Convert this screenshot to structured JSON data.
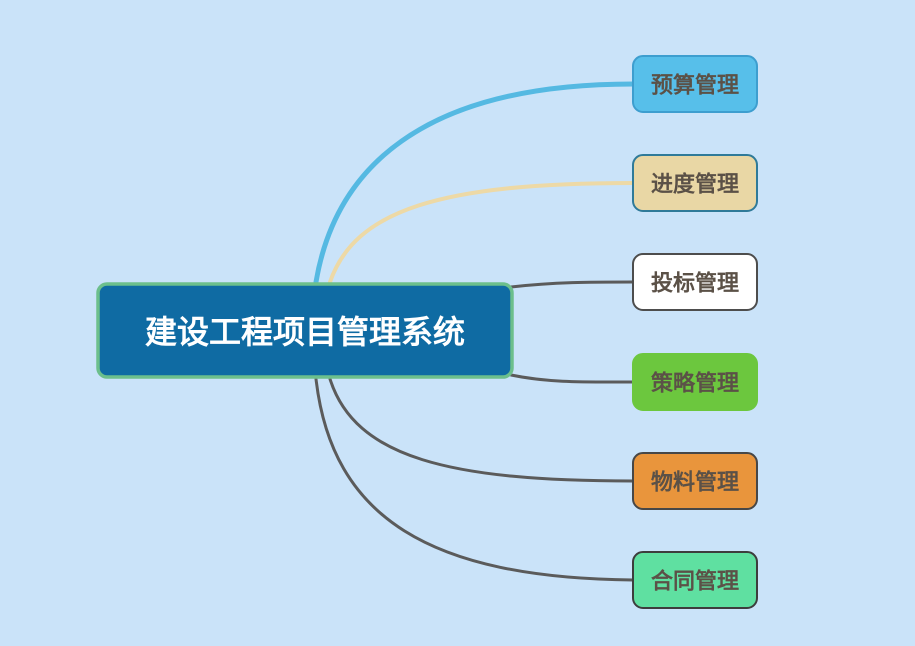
{
  "canvas": {
    "background": "#CAE3F9"
  },
  "root_node": {
    "label": "建设工程项目管理系统",
    "fill": "#0F6BA3",
    "border": "#6CBF8C",
    "text_color": "#FFFFFF"
  },
  "branches": [
    {
      "label": "预算管理",
      "fill": "#57BFEA",
      "border": "#3D9ECF",
      "text_color": "#5B5147",
      "connector_color": "#55B9E2"
    },
    {
      "label": "进度管理",
      "fill": "#E9D7A5",
      "border": "#2F7A99",
      "text_color": "#5B5147",
      "connector_color": "#EDD9A6"
    },
    {
      "label": "投标管理",
      "fill": "#FFFFFF",
      "border": "#4D4D4D",
      "text_color": "#5B5147",
      "connector_color": "#5B5B5B"
    },
    {
      "label": "策略管理",
      "fill": "#6CC73E",
      "border": "#6CC73E",
      "text_color": "#5B5147",
      "connector_color": "#5B5B5B"
    },
    {
      "label": "物料管理",
      "fill": "#E9953C",
      "border": "#474747",
      "text_color": "#5B5147",
      "connector_color": "#5B5B5B"
    },
    {
      "label": "合同管理",
      "fill": "#5FE0A1",
      "border": "#3D3D3D",
      "text_color": "#5B5147",
      "connector_color": "#5B5B5B"
    }
  ]
}
